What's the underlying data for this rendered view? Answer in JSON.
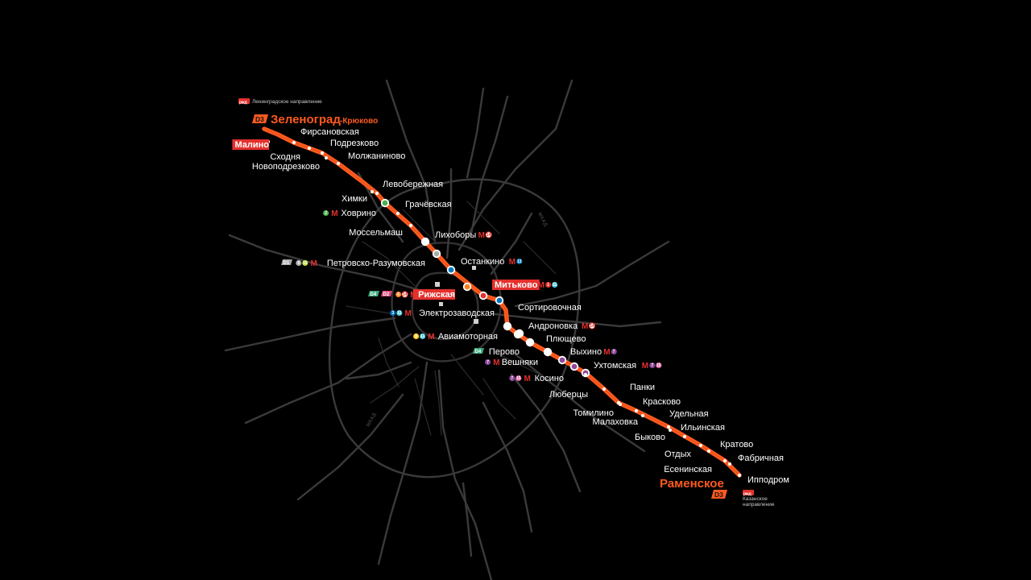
{
  "route_badge": "D3",
  "terminal_north": {
    "name": "Зеленоград",
    "suffix": "-Крюково"
  },
  "terminal_south": {
    "name": "Раменское"
  },
  "directions": {
    "north": "Ленинградское направление",
    "south_line1": "Казанское",
    "south_line2": "направление"
  },
  "rzd_logo": "РЖД",
  "road_labels": {
    "mkad_a": "МКАД",
    "mkad_b": "МКАД"
  },
  "colors": {
    "route": "#ff5a1f",
    "highlight_box": "#e4302c",
    "metro_red": "#e4302c",
    "roads": "#3c3c3c",
    "d1": "#a8a8a8",
    "d2": "#e04a7a",
    "d4": "#3aa87a"
  },
  "stations": [
    {
      "id": "malino",
      "name": "Малино"
    },
    {
      "id": "firsanovskaya",
      "name": "Фирсановская"
    },
    {
      "id": "skhodnya",
      "name": "Сходня"
    },
    {
      "id": "podrezkovo",
      "name": "Подрезково"
    },
    {
      "id": "novopodrezkovo",
      "name": "Новоподрезково"
    },
    {
      "id": "molzhaninovo",
      "name": "Молжаниново"
    },
    {
      "id": "khimki",
      "name": "Химки"
    },
    {
      "id": "levoberezhnaya",
      "name": "Левобережная"
    },
    {
      "id": "khovrino",
      "name": "Ховрино"
    },
    {
      "id": "grachevskaya",
      "name": "Грачёвская"
    },
    {
      "id": "mosselmash",
      "name": "Моссельмаш"
    },
    {
      "id": "likhobory",
      "name": "Лихоборы"
    },
    {
      "id": "petrovsko",
      "name": "Петровско-Разумовская"
    },
    {
      "id": "ostankino",
      "name": "Останкино"
    },
    {
      "id": "rizhskaya",
      "name": "Рижская"
    },
    {
      "id": "mitkovo",
      "name": "Митьково"
    },
    {
      "id": "elektrozavodskaya",
      "name": "Электрозаводская"
    },
    {
      "id": "sortirovochnaya",
      "name": "Сортировочная"
    },
    {
      "id": "aviamotornaya",
      "name": "Авиамоторная"
    },
    {
      "id": "andronovka",
      "name": "Андроновка"
    },
    {
      "id": "ploshchevo",
      "name": "Плющево"
    },
    {
      "id": "perovo",
      "name": "Перово"
    },
    {
      "id": "vykhino",
      "name": "Выхино"
    },
    {
      "id": "veshnyaki",
      "name": "Вешняки"
    },
    {
      "id": "ukhtomskaya",
      "name": "Ухтомская"
    },
    {
      "id": "kosino",
      "name": "Косино"
    },
    {
      "id": "lyubertsy",
      "name": "Люберцы"
    },
    {
      "id": "panki",
      "name": "Панки"
    },
    {
      "id": "tomilino",
      "name": "Томилино"
    },
    {
      "id": "kraskovo",
      "name": "Красково"
    },
    {
      "id": "malakhovka",
      "name": "Малаховка"
    },
    {
      "id": "udelnaya",
      "name": "Удельная"
    },
    {
      "id": "bykovo",
      "name": "Быково"
    },
    {
      "id": "ilinskaya",
      "name": "Ильинская"
    },
    {
      "id": "otdykh",
      "name": "Отдых"
    },
    {
      "id": "kratovo",
      "name": "Кратово"
    },
    {
      "id": "yeseninskaya",
      "name": "Есенинская"
    },
    {
      "id": "fabrichnaya",
      "name": "Фабричная"
    },
    {
      "id": "ippodrom",
      "name": "Ипподром"
    }
  ],
  "transfer_badges": {
    "d1": "D1",
    "d2": "D2",
    "d4": "D4",
    "d4b": "D4",
    "metro_letter": "М",
    "metro_lines": {
      "khovrino": [
        "2"
      ],
      "likhobory": [
        "14"
      ],
      "petrovsko": [
        "9",
        "10"
      ],
      "ostankino": [
        "13"
      ],
      "rizhskaya": [
        "6",
        "14"
      ],
      "mitkovo": [
        "1",
        "11"
      ],
      "elektrozavodskaya": [
        "3",
        "11"
      ],
      "aviamotornaya": [
        "8",
        "11"
      ],
      "andronovka": [
        "14"
      ],
      "vykhino": [
        "7"
      ],
      "veshnyaki": [
        "7"
      ],
      "ukhtomskaya": [
        "7",
        "15"
      ],
      "kosino": [
        "7",
        "15"
      ]
    }
  }
}
